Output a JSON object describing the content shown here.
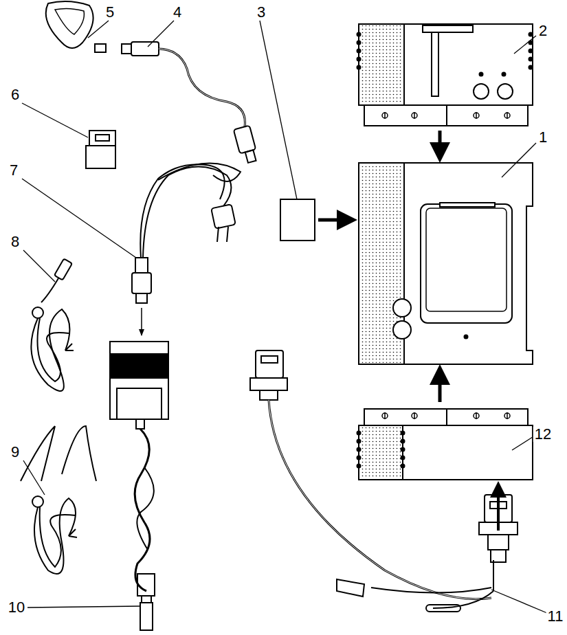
{
  "diagram": {
    "labels": [
      "5",
      "4",
      "3",
      "2",
      "6",
      "1",
      "7",
      "8",
      "9",
      "10",
      "11",
      "12"
    ]
  }
}
